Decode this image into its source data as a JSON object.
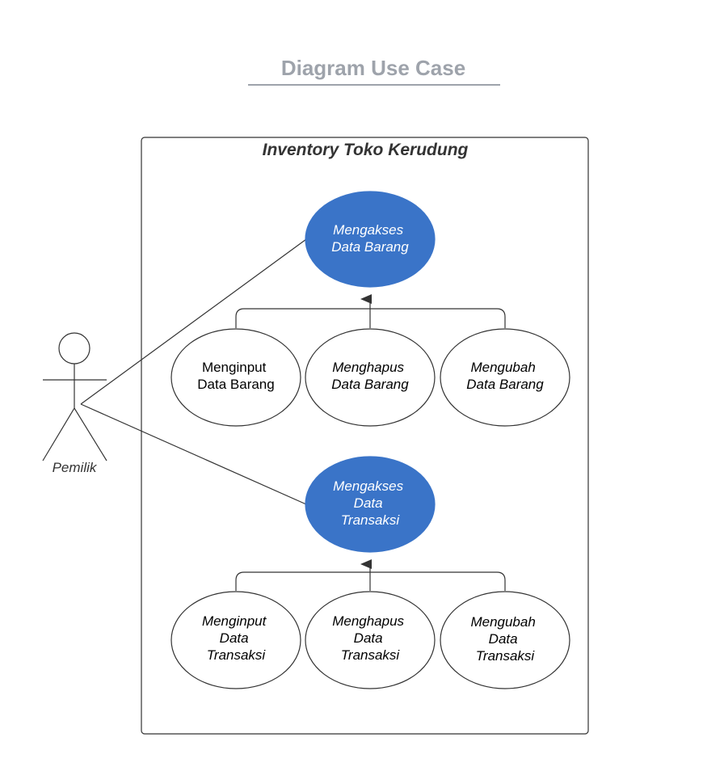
{
  "title": "Diagram Use Case",
  "system": {
    "name": "Inventory Toko Kerudung"
  },
  "actor": {
    "name": "Pemilik"
  },
  "use_cases": {
    "akses_barang": [
      "Mengakses",
      "Data Barang"
    ],
    "akses_transaksi": [
      "Mengakses",
      "Data",
      "Transaksi"
    ],
    "input_barang": [
      "Menginput",
      "Data Barang"
    ],
    "hapus_barang": [
      "Menghapus",
      "Data Barang"
    ],
    "ubah_barang": [
      "Mengubah",
      "Data Barang"
    ],
    "input_transaksi": [
      "Menginput",
      "Data",
      "Transaksi"
    ],
    "hapus_transaksi": [
      "Menghapus",
      "Data",
      "Transaksi"
    ],
    "ubah_transaksi": [
      "Mengubah",
      "Data",
      "Transaksi"
    ]
  },
  "colors": {
    "highlight_use_case": "#3a74c8",
    "title": "#9ea3ab",
    "stroke": "#333333"
  }
}
